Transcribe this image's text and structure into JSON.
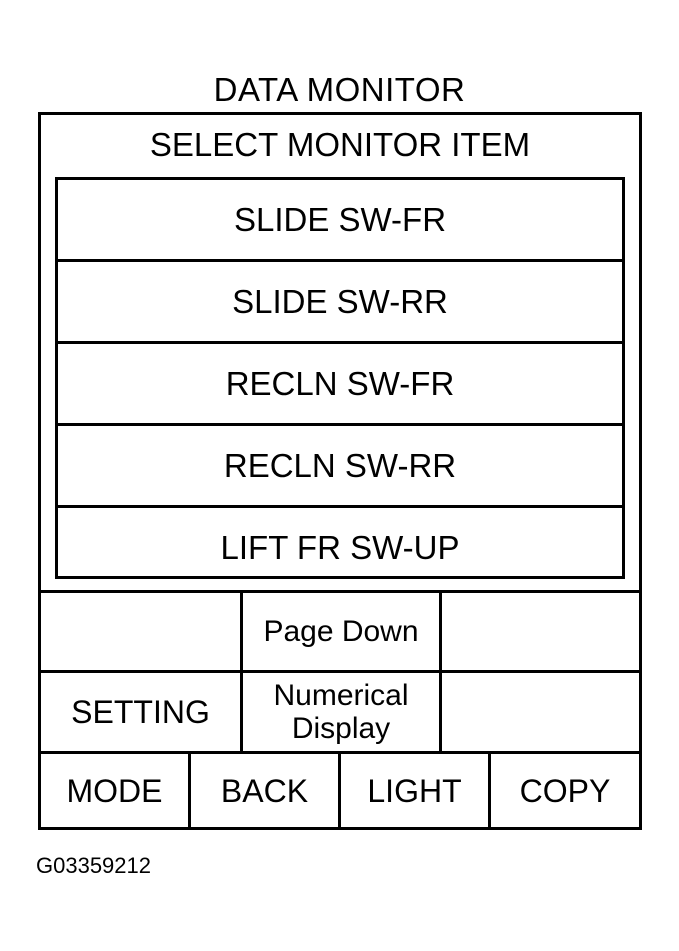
{
  "title": "DATA MONITOR",
  "screen": {
    "header": "SELECT MONITOR ITEM",
    "items": [
      {
        "label": "SLIDE SW-FR"
      },
      {
        "label": "SLIDE SW-RR"
      },
      {
        "label": "RECLN SW-FR"
      },
      {
        "label": "RECLN SW-RR"
      },
      {
        "label": "LIFT FR SW-UP"
      }
    ],
    "buttons": {
      "row1": {
        "left": "",
        "page_down": "Page Down",
        "right": ""
      },
      "row2": {
        "setting": "SETTING",
        "numerical_display_line1": "Numerical",
        "numerical_display_line2": "Display",
        "right": ""
      },
      "row3": {
        "mode": "MODE",
        "back": "BACK",
        "light": "LIGHT",
        "copy": "COPY"
      }
    }
  },
  "figure_code": "G03359212"
}
